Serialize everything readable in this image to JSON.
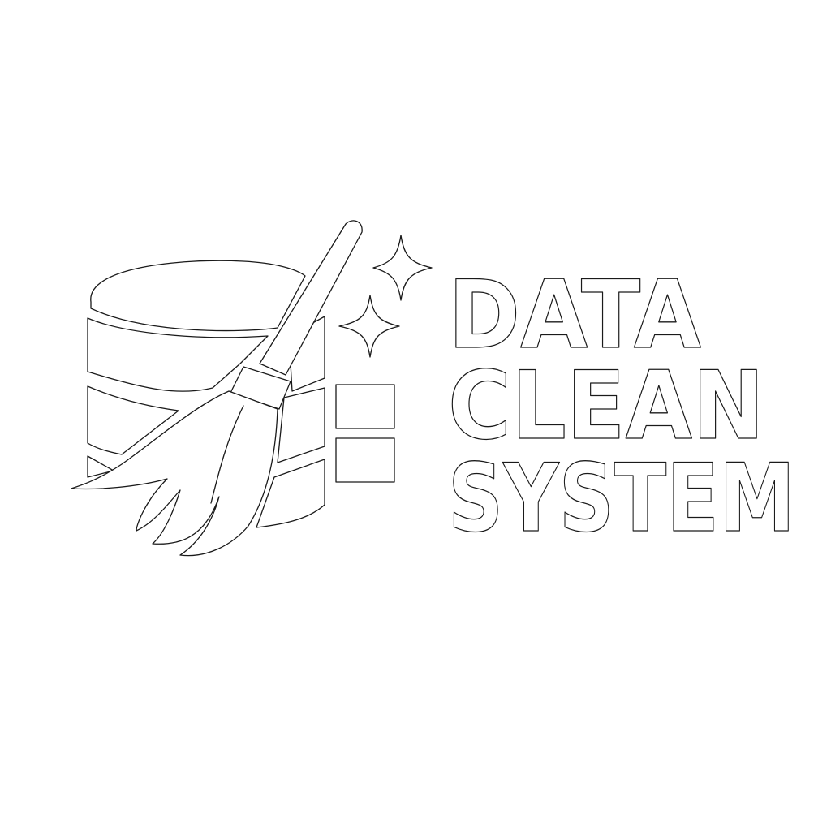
{
  "background_color": "#ffffff",
  "outline_color": "#1a1a1a",
  "logo": {
    "icon": "database-broom-icon",
    "sparkle_icon": "sparkle-icon",
    "wordmark": {
      "line1": "DATA",
      "line2": "CLEAN",
      "line3": "SYSTEM"
    }
  }
}
